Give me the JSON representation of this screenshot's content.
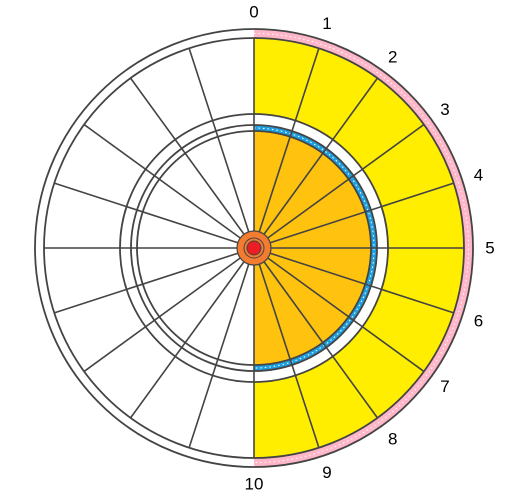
{
  "sector_labels": [
    "0",
    "1",
    "2",
    "3",
    "4",
    "5",
    "6",
    "7",
    "8",
    "9",
    "10"
  ],
  "sector_count": 20,
  "colors": {
    "outer_band": "#ffb6c8",
    "middle_fill": "#ffee00",
    "inner_band": "#1e9fe0",
    "inner_fill": "#ffc20e",
    "bull_outer": "#f47c30",
    "bull_inner": "#ee1c24",
    "line": "#444444",
    "band_dots": "#ffffff"
  }
}
